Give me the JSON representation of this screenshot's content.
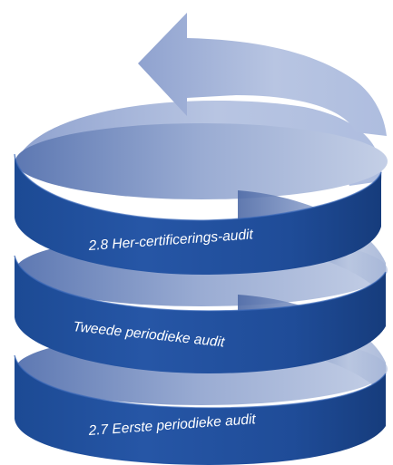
{
  "diagram": {
    "labels": [
      "2.8 Her-certificerings-audit",
      "Tweede periodieke audit",
      "2.7 Eerste periodieke audit"
    ]
  }
}
